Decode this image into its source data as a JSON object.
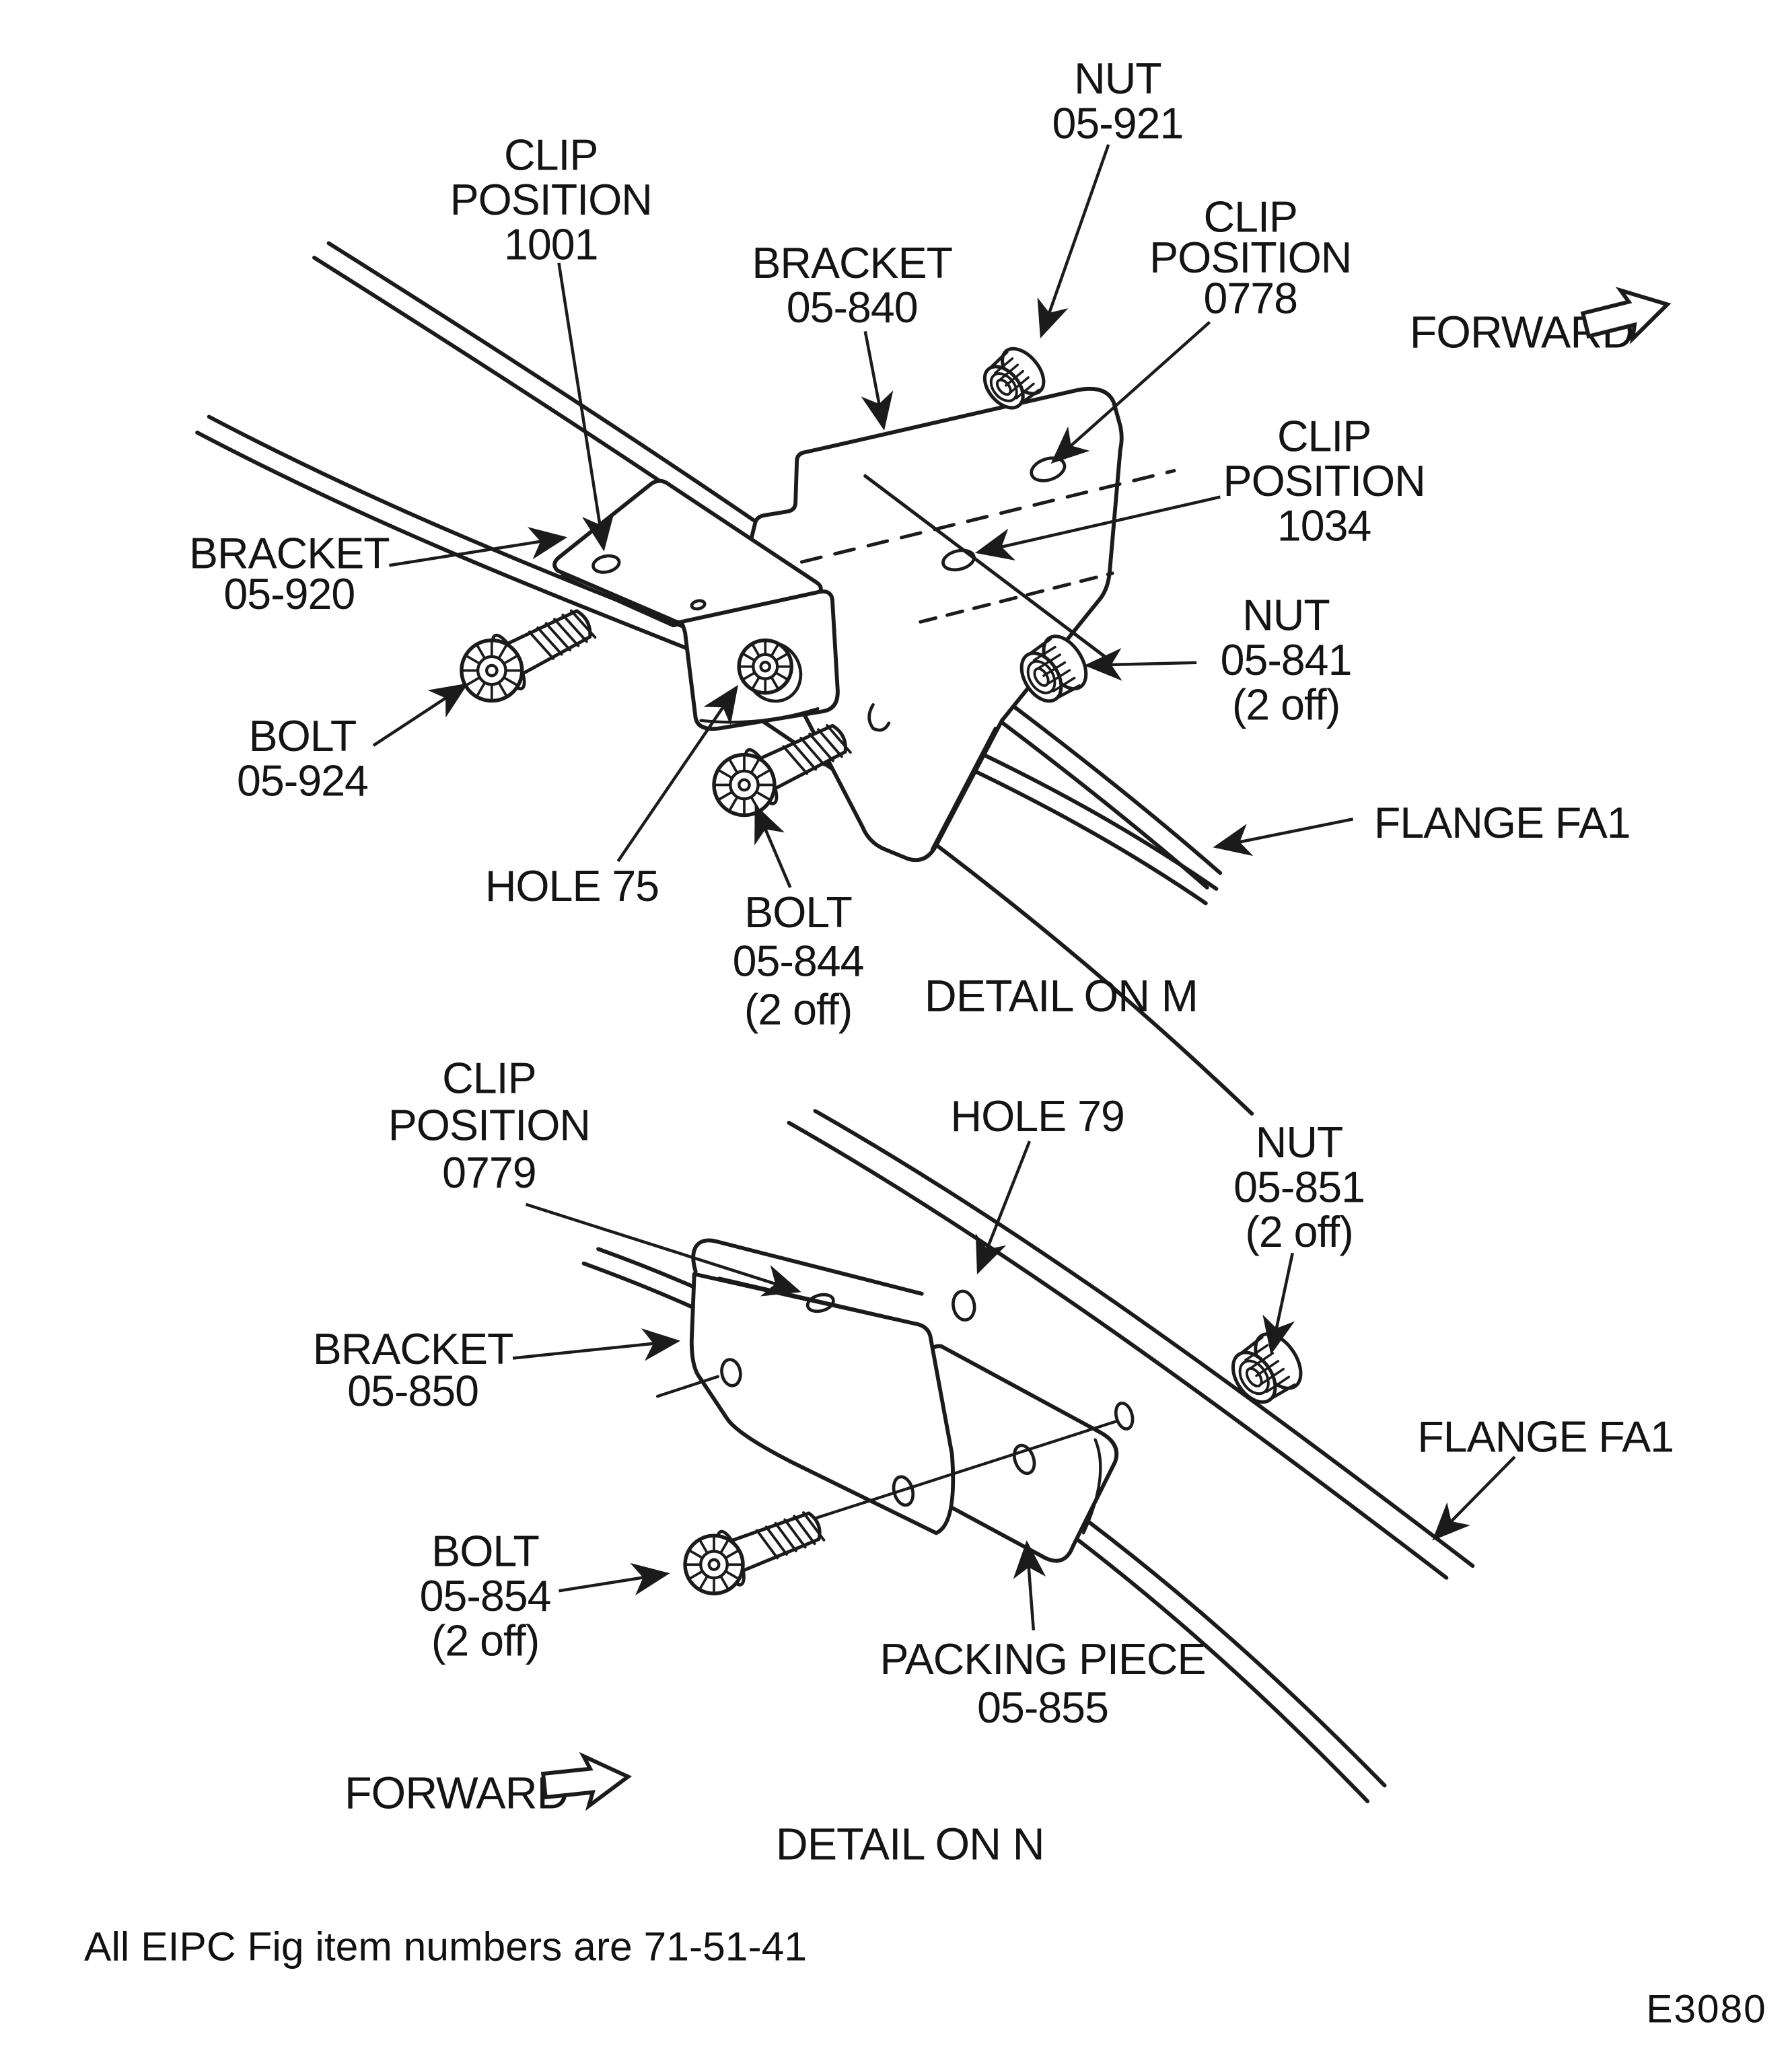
{
  "figure": {
    "ink_color": "#1b1b1b",
    "paper_color": "#ffffff",
    "footer_note": "All EIPC Fig item numbers are 71-51-41",
    "figure_code": "E3080",
    "detail_m": {
      "caption": "DETAIL ON M",
      "forward_label": "FORWARD",
      "labels": [
        {
          "id": "m_nut921",
          "lines": [
            "NUT",
            "05-921"
          ]
        },
        {
          "id": "m_clip1001",
          "lines": [
            "CLIP",
            "POSITION",
            "1001"
          ]
        },
        {
          "id": "m_bracket840",
          "lines": [
            "BRACKET",
            "05-840"
          ]
        },
        {
          "id": "m_clip0778",
          "lines": [
            "CLIP",
            "POSITION",
            "0778"
          ]
        },
        {
          "id": "m_clip1034",
          "lines": [
            "CLIP",
            "POSITION",
            "1034"
          ]
        },
        {
          "id": "m_bracket920",
          "lines": [
            "BRACKET",
            "05-920"
          ]
        },
        {
          "id": "m_nut841",
          "lines": [
            "NUT",
            "05-841",
            "(2 off)"
          ]
        },
        {
          "id": "m_bolt924",
          "lines": [
            "BOLT",
            "05-924"
          ]
        },
        {
          "id": "m_hole75",
          "lines": [
            "HOLE 75"
          ]
        },
        {
          "id": "m_bolt844",
          "lines": [
            "BOLT",
            "05-844",
            "(2 off)"
          ]
        },
        {
          "id": "m_flange",
          "lines": [
            "FLANGE FA1"
          ]
        }
      ]
    },
    "detail_n": {
      "caption": "DETAIL ON N",
      "forward_label": "FORWARD",
      "labels": [
        {
          "id": "n_clip0779",
          "lines": [
            "CLIP",
            "POSITION",
            "0779"
          ]
        },
        {
          "id": "n_hole79",
          "lines": [
            "HOLE 79"
          ]
        },
        {
          "id": "n_nut851",
          "lines": [
            "NUT",
            "05-851",
            "(2 off)"
          ]
        },
        {
          "id": "n_bracket850",
          "lines": [
            "BRACKET",
            "05-850"
          ]
        },
        {
          "id": "n_flange",
          "lines": [
            "FLANGE FA1"
          ]
        },
        {
          "id": "n_bolt854",
          "lines": [
            "BOLT",
            "05-854",
            "(2 off)"
          ]
        },
        {
          "id": "n_packing",
          "lines": [
            "PACKING PIECE",
            "05-855"
          ]
        }
      ]
    }
  }
}
